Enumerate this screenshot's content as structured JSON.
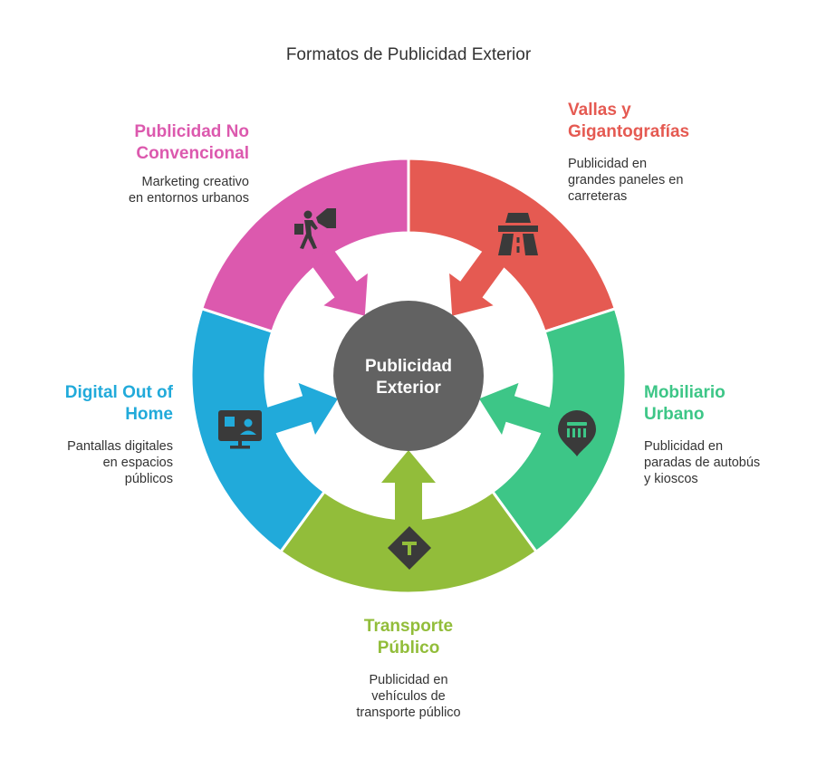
{
  "title": "Formatos de Publicidad Exterior",
  "center": {
    "lines": [
      "Publicidad",
      "Exterior"
    ],
    "color": "#626262"
  },
  "segments": [
    {
      "id": "vallas",
      "title_lines": [
        "Vallas y",
        "Gigantografías"
      ],
      "desc_lines": [
        "Publicidad en",
        "grandes paneles en",
        "carreteras"
      ],
      "color": "#E55A52",
      "icon": "highway-road-icon"
    },
    {
      "id": "mobiliario",
      "title_lines": [
        "Mobiliario",
        "Urbano"
      ],
      "desc_lines": [
        "Publicidad en",
        "paradas de autobús",
        "y kioscos"
      ],
      "color": "#3DC687",
      "icon": "bus-stop-pin-icon"
    },
    {
      "id": "transporte",
      "title_lines": [
        "Transporte",
        "Público"
      ],
      "desc_lines": [
        "Publicidad en",
        "vehículos de",
        "transporte público"
      ],
      "color": "#92BD3A",
      "icon": "transit-sign-icon"
    },
    {
      "id": "digital",
      "title_lines": [
        "Digital Out of",
        "Home"
      ],
      "desc_lines": [
        "Pantallas digitales",
        "en espacios",
        "públicos"
      ],
      "color": "#21AADA",
      "icon": "digital-screen-icon"
    },
    {
      "id": "noconvencional",
      "title_lines": [
        "Publicidad No",
        "Convencional"
      ],
      "desc_lines": [
        "Marketing creativo",
        "en entornos urbanos"
      ],
      "color": "#DC59AE",
      "icon": "guerrilla-marketing-person-icon"
    }
  ],
  "text_color": "#333333",
  "icon_color": "#3A3A3A"
}
